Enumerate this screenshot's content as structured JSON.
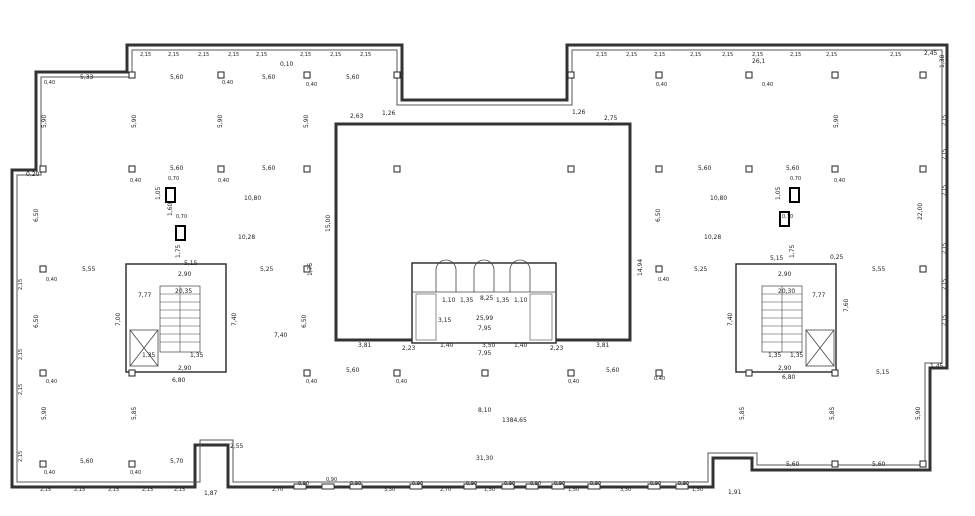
{
  "plan": {
    "total_area": "1384,65",
    "core_area": "25,99",
    "stair_area_left": "20,35",
    "stair_area_right": "20,30",
    "labels": {
      "w_31_30": "31,30",
      "w_8_10": "8,10",
      "h_15_00": "15,00",
      "h_14_94": "14,94",
      "w_22_00": "22,00",
      "w_26_1": "26,1",
      "d_10_80": "10,80",
      "d_10_28": "10,28",
      "d_7_40": "7,40",
      "d_6_50": "6,50",
      "d_5_60": "5,60",
      "d_5_90": "5,90",
      "d_5_55": "5,55",
      "d_5_25": "5,25",
      "d_5_85": "5,85",
      "d_5_70": "5,70",
      "d_5_33": "5,33",
      "d_5_15": "5,15",
      "d_3_81": "3,81",
      "d_2_23": "2,23",
      "d_1_75": "1,75",
      "d_1_40": "1,40",
      "d_7_95": "7,95",
      "d_8_25": "8,25",
      "d_6_80": "6,80",
      "d_2_90": "2,90",
      "d_7_77": "7,77",
      "d_0_40": "0,40",
      "d_0_70": "0,70",
      "d_1_05": "1,05",
      "d_1_60": "1,60",
      "d_2_15": "2,15",
      "d_0_90": "0,90",
      "d_1_50": "1,50",
      "d_3_30": "3,30",
      "d_2_70": "2,70",
      "d_1_87": "1,87",
      "d_1_91": "1,91",
      "d_2_55": "2,55",
      "d_1_45": "1,45",
      "d_7_00": "7,00",
      "d_7_60": "7,60",
      "d_2_63": "2,63",
      "d_2_75": "2,75",
      "d_1_26": "1,26",
      "d_0_10": "0,10",
      "d_0_20": "0,20",
      "d_2_45": "2,45",
      "d_1_38": "1,38",
      "d_0_25": "0,25",
      "d_3_15": "3,15",
      "d_1_35": "1,35",
      "d_1_10": "1,10",
      "d_3_50": "3,50"
    }
  }
}
